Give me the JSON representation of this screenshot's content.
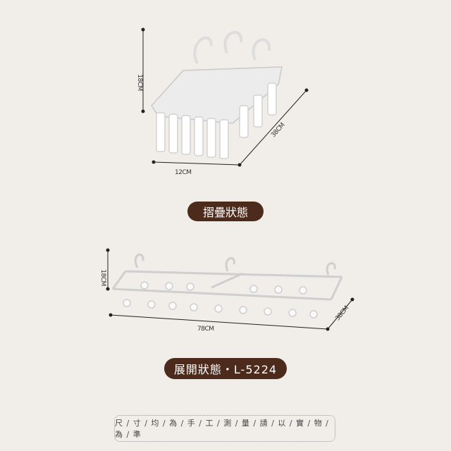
{
  "folded": {
    "height_label": "18CM",
    "width_label": "12CM",
    "depth_label": "38CM",
    "title": "摺疊狀態"
  },
  "unfolded": {
    "height_label": "18CM",
    "width_label": "78CM",
    "depth_label": "38CM",
    "title": "展開狀態・L-5224"
  },
  "note": "尺 / 寸 / 均 / 為 / 手 / 工 / 測 / 量 / 請 / 以 / 實 / 物 / 為 / 準",
  "colors": {
    "background": "#f1ede9",
    "pill": "#4c2b1d"
  }
}
